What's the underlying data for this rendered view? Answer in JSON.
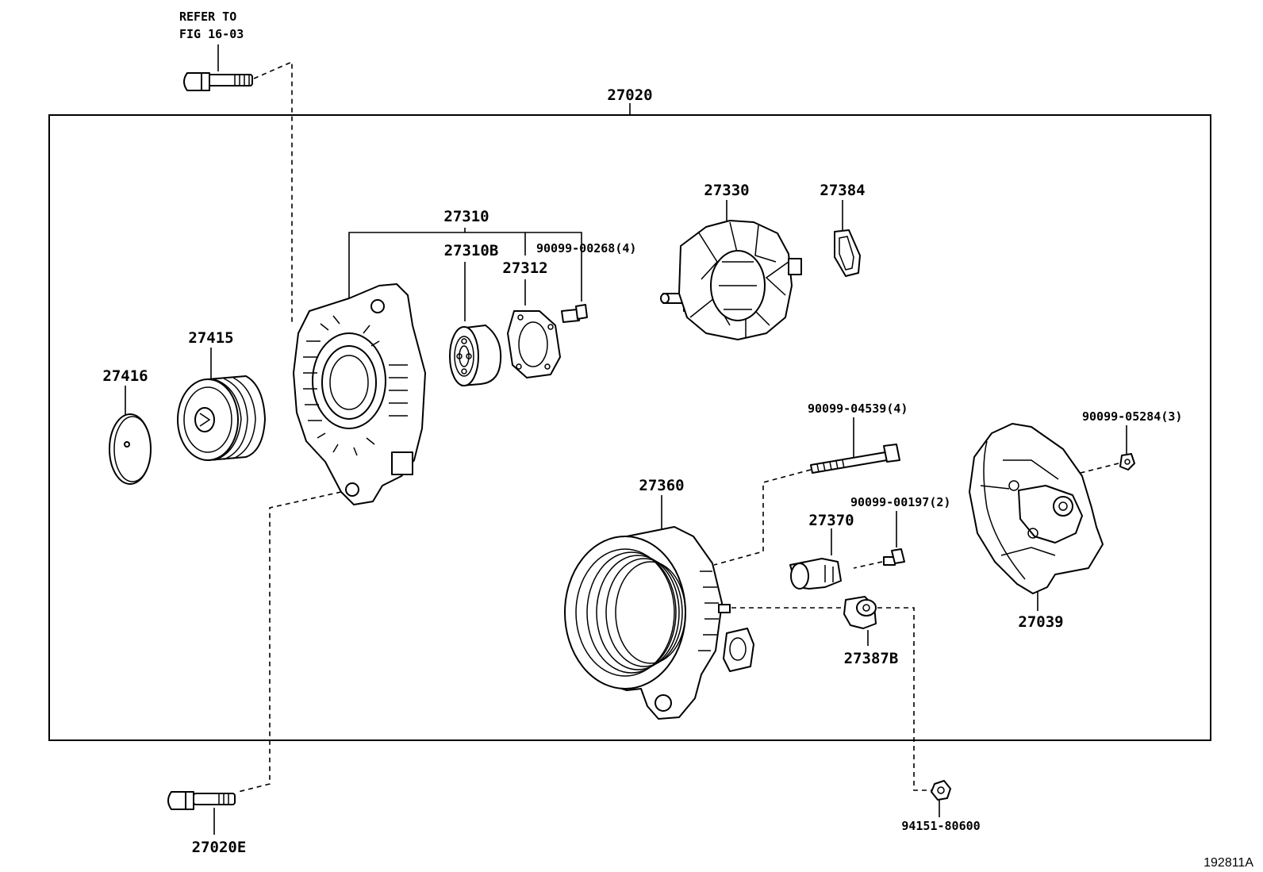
{
  "refer_note": {
    "line1": "REFER TO",
    "line2": "FIG 16-03"
  },
  "assembly_label": "27020",
  "labels": {
    "p27310": "27310",
    "p27310B": "27310B",
    "p27312": "27312",
    "p90099_00268": "90099-00268(4)",
    "p27330": "27330",
    "p27384": "27384",
    "p27415": "27415",
    "p27416": "27416",
    "p90099_04539": "90099-04539(4)",
    "p90099_05284": "90099-05284(3)",
    "p27360": "27360",
    "p90099_00197": "90099-00197(2)",
    "p27370": "27370",
    "p27387B": "27387B",
    "p27039": "27039",
    "p27020E": "27020E",
    "p94151_80600": "94151-80600"
  },
  "diagram_id": "192811A"
}
